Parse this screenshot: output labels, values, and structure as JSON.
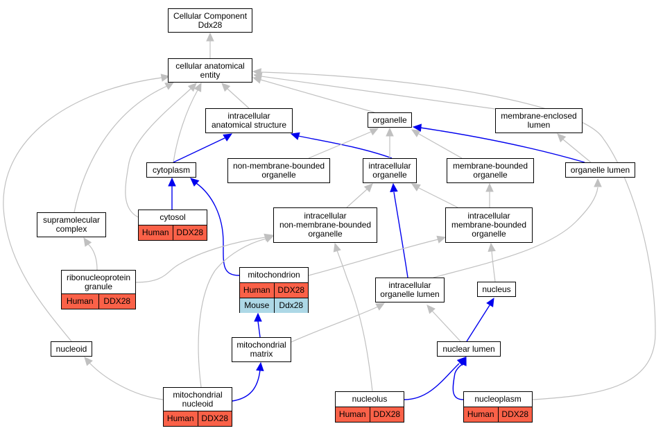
{
  "colors": {
    "primary_edge": "#0000ee",
    "secondary_edge": "#c0c0c0",
    "human_fill": "#fa6148",
    "mouse_fill": "#add8e6"
  },
  "nodes": [
    {
      "id": "cc",
      "label": "Cellular Component\nDdx28"
    },
    {
      "id": "cae",
      "label": "cellular anatomical\nentity"
    },
    {
      "id": "ias",
      "label": "intracellular\nanatomical structure"
    },
    {
      "id": "org",
      "label": "organelle"
    },
    {
      "id": "mel",
      "label": "membrane-enclosed\nlumen"
    },
    {
      "id": "cyt",
      "label": "cytoplasm"
    },
    {
      "id": "nmbo",
      "label": "non-membrane-bounded\norganelle"
    },
    {
      "id": "io",
      "label": "intracellular\norganelle"
    },
    {
      "id": "mbo",
      "label": "membrane-bounded\norganelle"
    },
    {
      "id": "ol",
      "label": "organelle lumen"
    },
    {
      "id": "cytosol",
      "label": "cytosol",
      "annotations": [
        {
          "species": "Human",
          "gene": "DDX28"
        }
      ]
    },
    {
      "id": "smc",
      "label": "supramolecular\ncomplex"
    },
    {
      "id": "inmbo",
      "label": "intracellular\nnon-membrane-bounded\norganelle"
    },
    {
      "id": "imbo",
      "label": "intracellular\nmembrane-bounded\norganelle"
    },
    {
      "id": "rnp",
      "label": "ribonucleoprotein\ngranule",
      "annotations": [
        {
          "species": "Human",
          "gene": "DDX28"
        }
      ]
    },
    {
      "id": "mito",
      "label": "mitochondrion",
      "annotations": [
        {
          "species": "Human",
          "gene": "DDX28"
        },
        {
          "species": "Mouse",
          "gene": "Ddx28"
        }
      ]
    },
    {
      "id": "iol",
      "label": "intracellular\norganelle lumen"
    },
    {
      "id": "nuc",
      "label": "nucleus"
    },
    {
      "id": "nucleoid",
      "label": "nucleoid"
    },
    {
      "id": "mm",
      "label": "mitochondrial\nmatrix"
    },
    {
      "id": "nl",
      "label": "nuclear lumen"
    },
    {
      "id": "mn",
      "label": "mitochondrial\nnucleoid",
      "annotations": [
        {
          "species": "Human",
          "gene": "DDX28"
        }
      ]
    },
    {
      "id": "nucleolus",
      "label": "nucleolus",
      "annotations": [
        {
          "species": "Human",
          "gene": "DDX28"
        }
      ]
    },
    {
      "id": "np",
      "label": "nucleoplasm",
      "annotations": [
        {
          "species": "Human",
          "gene": "DDX28"
        }
      ]
    }
  ],
  "edges": [
    {
      "from": "cae",
      "to": "cc",
      "kind": "secondary"
    },
    {
      "from": "ias",
      "to": "cae",
      "kind": "secondary"
    },
    {
      "from": "org",
      "to": "cae",
      "kind": "secondary"
    },
    {
      "from": "mel",
      "to": "cae",
      "kind": "secondary"
    },
    {
      "from": "cyt",
      "to": "cae",
      "kind": "secondary"
    },
    {
      "from": "cytosol",
      "to": "cae",
      "kind": "secondary"
    },
    {
      "from": "smc",
      "to": "cae",
      "kind": "secondary"
    },
    {
      "from": "nucleoid",
      "to": "cae",
      "kind": "secondary"
    },
    {
      "from": "np",
      "to": "cae",
      "kind": "secondary"
    },
    {
      "from": "cyt",
      "to": "ias",
      "kind": "primary"
    },
    {
      "from": "io",
      "to": "ias",
      "kind": "primary"
    },
    {
      "from": "nmbo",
      "to": "org",
      "kind": "secondary"
    },
    {
      "from": "io",
      "to": "org",
      "kind": "secondary"
    },
    {
      "from": "mbo",
      "to": "org",
      "kind": "secondary"
    },
    {
      "from": "ol",
      "to": "org",
      "kind": "primary"
    },
    {
      "from": "ol",
      "to": "mel",
      "kind": "secondary"
    },
    {
      "from": "cytosol",
      "to": "cyt",
      "kind": "primary"
    },
    {
      "from": "mito",
      "to": "cyt",
      "kind": "primary"
    },
    {
      "from": "inmbo",
      "to": "io",
      "kind": "secondary"
    },
    {
      "from": "imbo",
      "to": "io",
      "kind": "secondary"
    },
    {
      "from": "iol",
      "to": "io",
      "kind": "primary"
    },
    {
      "from": "imbo",
      "to": "mbo",
      "kind": "secondary"
    },
    {
      "from": "iol",
      "to": "ol",
      "kind": "secondary"
    },
    {
      "from": "rnp",
      "to": "smc",
      "kind": "secondary"
    },
    {
      "from": "rnp",
      "to": "inmbo",
      "kind": "secondary"
    },
    {
      "from": "mn",
      "to": "inmbo",
      "kind": "secondary"
    },
    {
      "from": "nucleolus",
      "to": "inmbo",
      "kind": "secondary"
    },
    {
      "from": "mito",
      "to": "imbo",
      "kind": "secondary"
    },
    {
      "from": "nuc",
      "to": "imbo",
      "kind": "secondary"
    },
    {
      "from": "mm",
      "to": "mito",
      "kind": "primary"
    },
    {
      "from": "mm",
      "to": "iol",
      "kind": "secondary"
    },
    {
      "from": "nl",
      "to": "iol",
      "kind": "secondary"
    },
    {
      "from": "nl",
      "to": "nuc",
      "kind": "primary"
    },
    {
      "from": "mn",
      "to": "nucleoid",
      "kind": "secondary"
    },
    {
      "from": "mn",
      "to": "mm",
      "kind": "primary"
    },
    {
      "from": "nucleolus",
      "to": "nl",
      "kind": "primary"
    },
    {
      "from": "np",
      "to": "nl",
      "kind": "primary"
    }
  ]
}
